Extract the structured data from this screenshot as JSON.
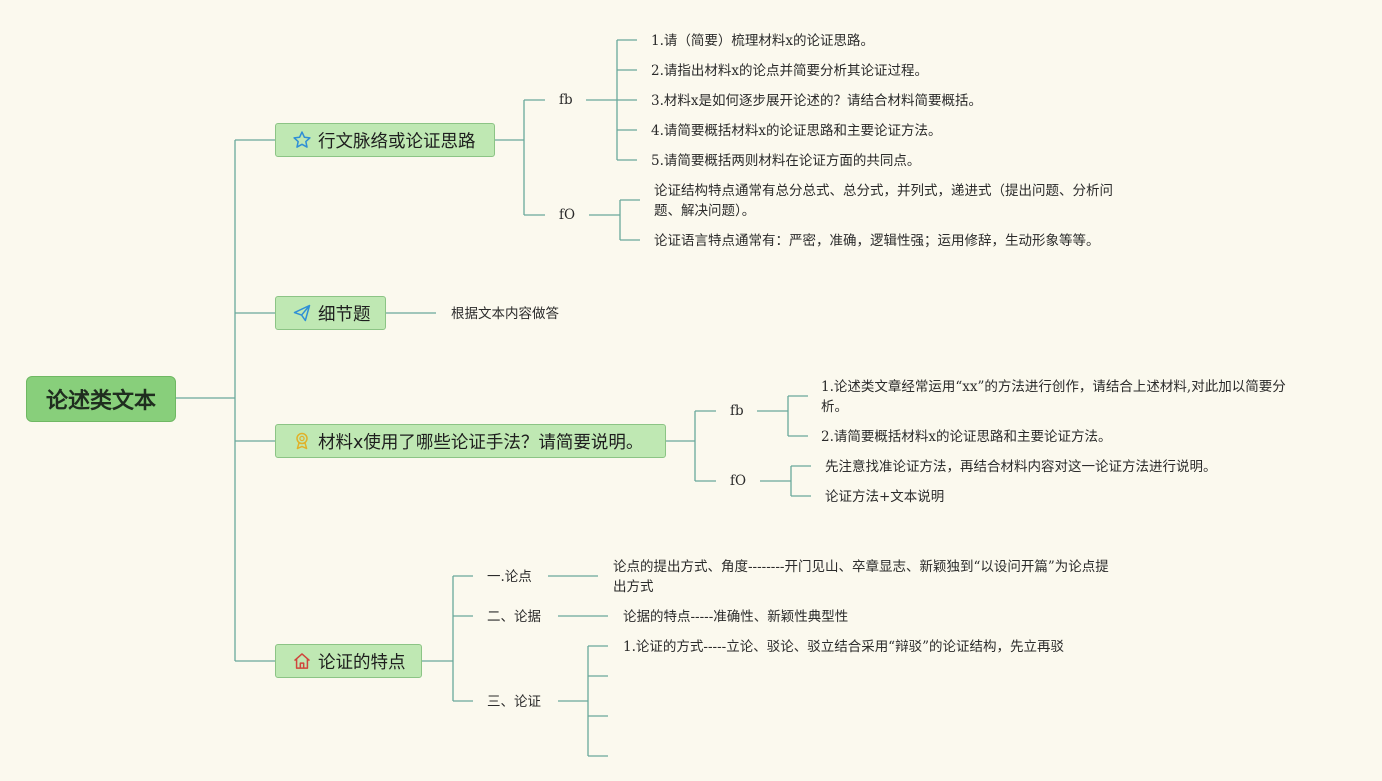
{
  "root": "论述类文本",
  "topics": {
    "t1": "行文脉络或论证思路",
    "t2": "细节题",
    "t3": "材料x使用了哪些论证手法？请简要说明。",
    "t4": "论证的特点"
  },
  "icons": {
    "t1": "star-icon",
    "t2": "paper-plane-icon",
    "t3": "award-badge-icon",
    "t4": "home-icon"
  },
  "colors": {
    "background": "#fbf9ee",
    "root_fill": "#88cf7b",
    "topic_fill": "#bfe8b3",
    "line": "#6aa99b"
  },
  "t1": {
    "fb_label": "fb",
    "fb_items": [
      "1.请（简要）梳理材料x的论证思路。",
      "2.请指出材料x的论点并简要分析其论证过程。",
      "3.材料x是如何逐步展开论述的？请结合材料简要概括。",
      "4.请简要概括材料x的论证思路和主要论证方法。",
      "5.请简要概括两则材料在论证方面的共同点。"
    ],
    "fo_label": "fO",
    "fo_items": [
      "论证结构特点通常有总分总式、总分式，并列式，递进式（提出问题、分析问题、解决问题）。",
      "论证语言特点通常有：严密，准确，逻辑性强；运用修辞，生动形象等等。"
    ]
  },
  "t2": {
    "item": "根据文本内容做答"
  },
  "t3": {
    "fb_label": "fb",
    "fb_items": [
      "1.论述类文章经常运用“xx”的方法进行创作，请结合上述材料,对此加以简要分析。",
      "2.请简要概括材料x的论证思路和主要论证方法。"
    ],
    "fo_label": "fO",
    "fo_items": [
      "先注意找准论证方法，再结合材料内容对这一论证方法进行说明。",
      "论证方法+文本说明"
    ]
  },
  "t4": {
    "a_label": "一.论点",
    "a_item": "论点的提出方式、角度--------开门见山、卒章显志、新颖独到“以设问开篇”为论点提出方式",
    "b_label": "二、论据",
    "b_item": "论据的特点-----准确性、新颖性典型性",
    "c_label": "三、论证",
    "c_item": "1.论证的方式-----立论、驳论、驳立结合采用“辩驳”的论证结构，先立再驳"
  }
}
